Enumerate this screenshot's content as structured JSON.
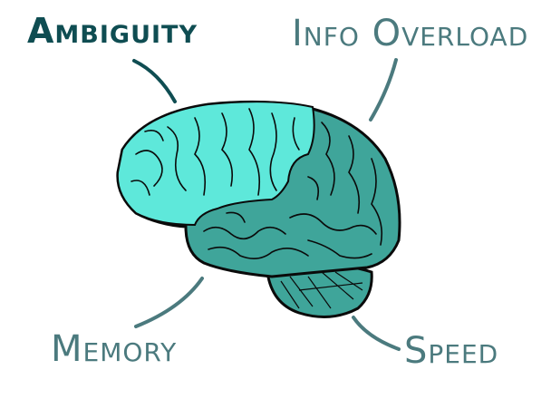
{
  "labels": {
    "ambiguity": "Ambiguity",
    "info_overload": "Info Overload",
    "memory": "Memory",
    "speed": "Speed"
  },
  "colors": {
    "ambiguity_text": "#0f4d52",
    "other_text": "#4b7a7e",
    "brain_light": "#5ee8da",
    "brain_dark": "#3fa59a",
    "outline": "#0a0a0a"
  }
}
